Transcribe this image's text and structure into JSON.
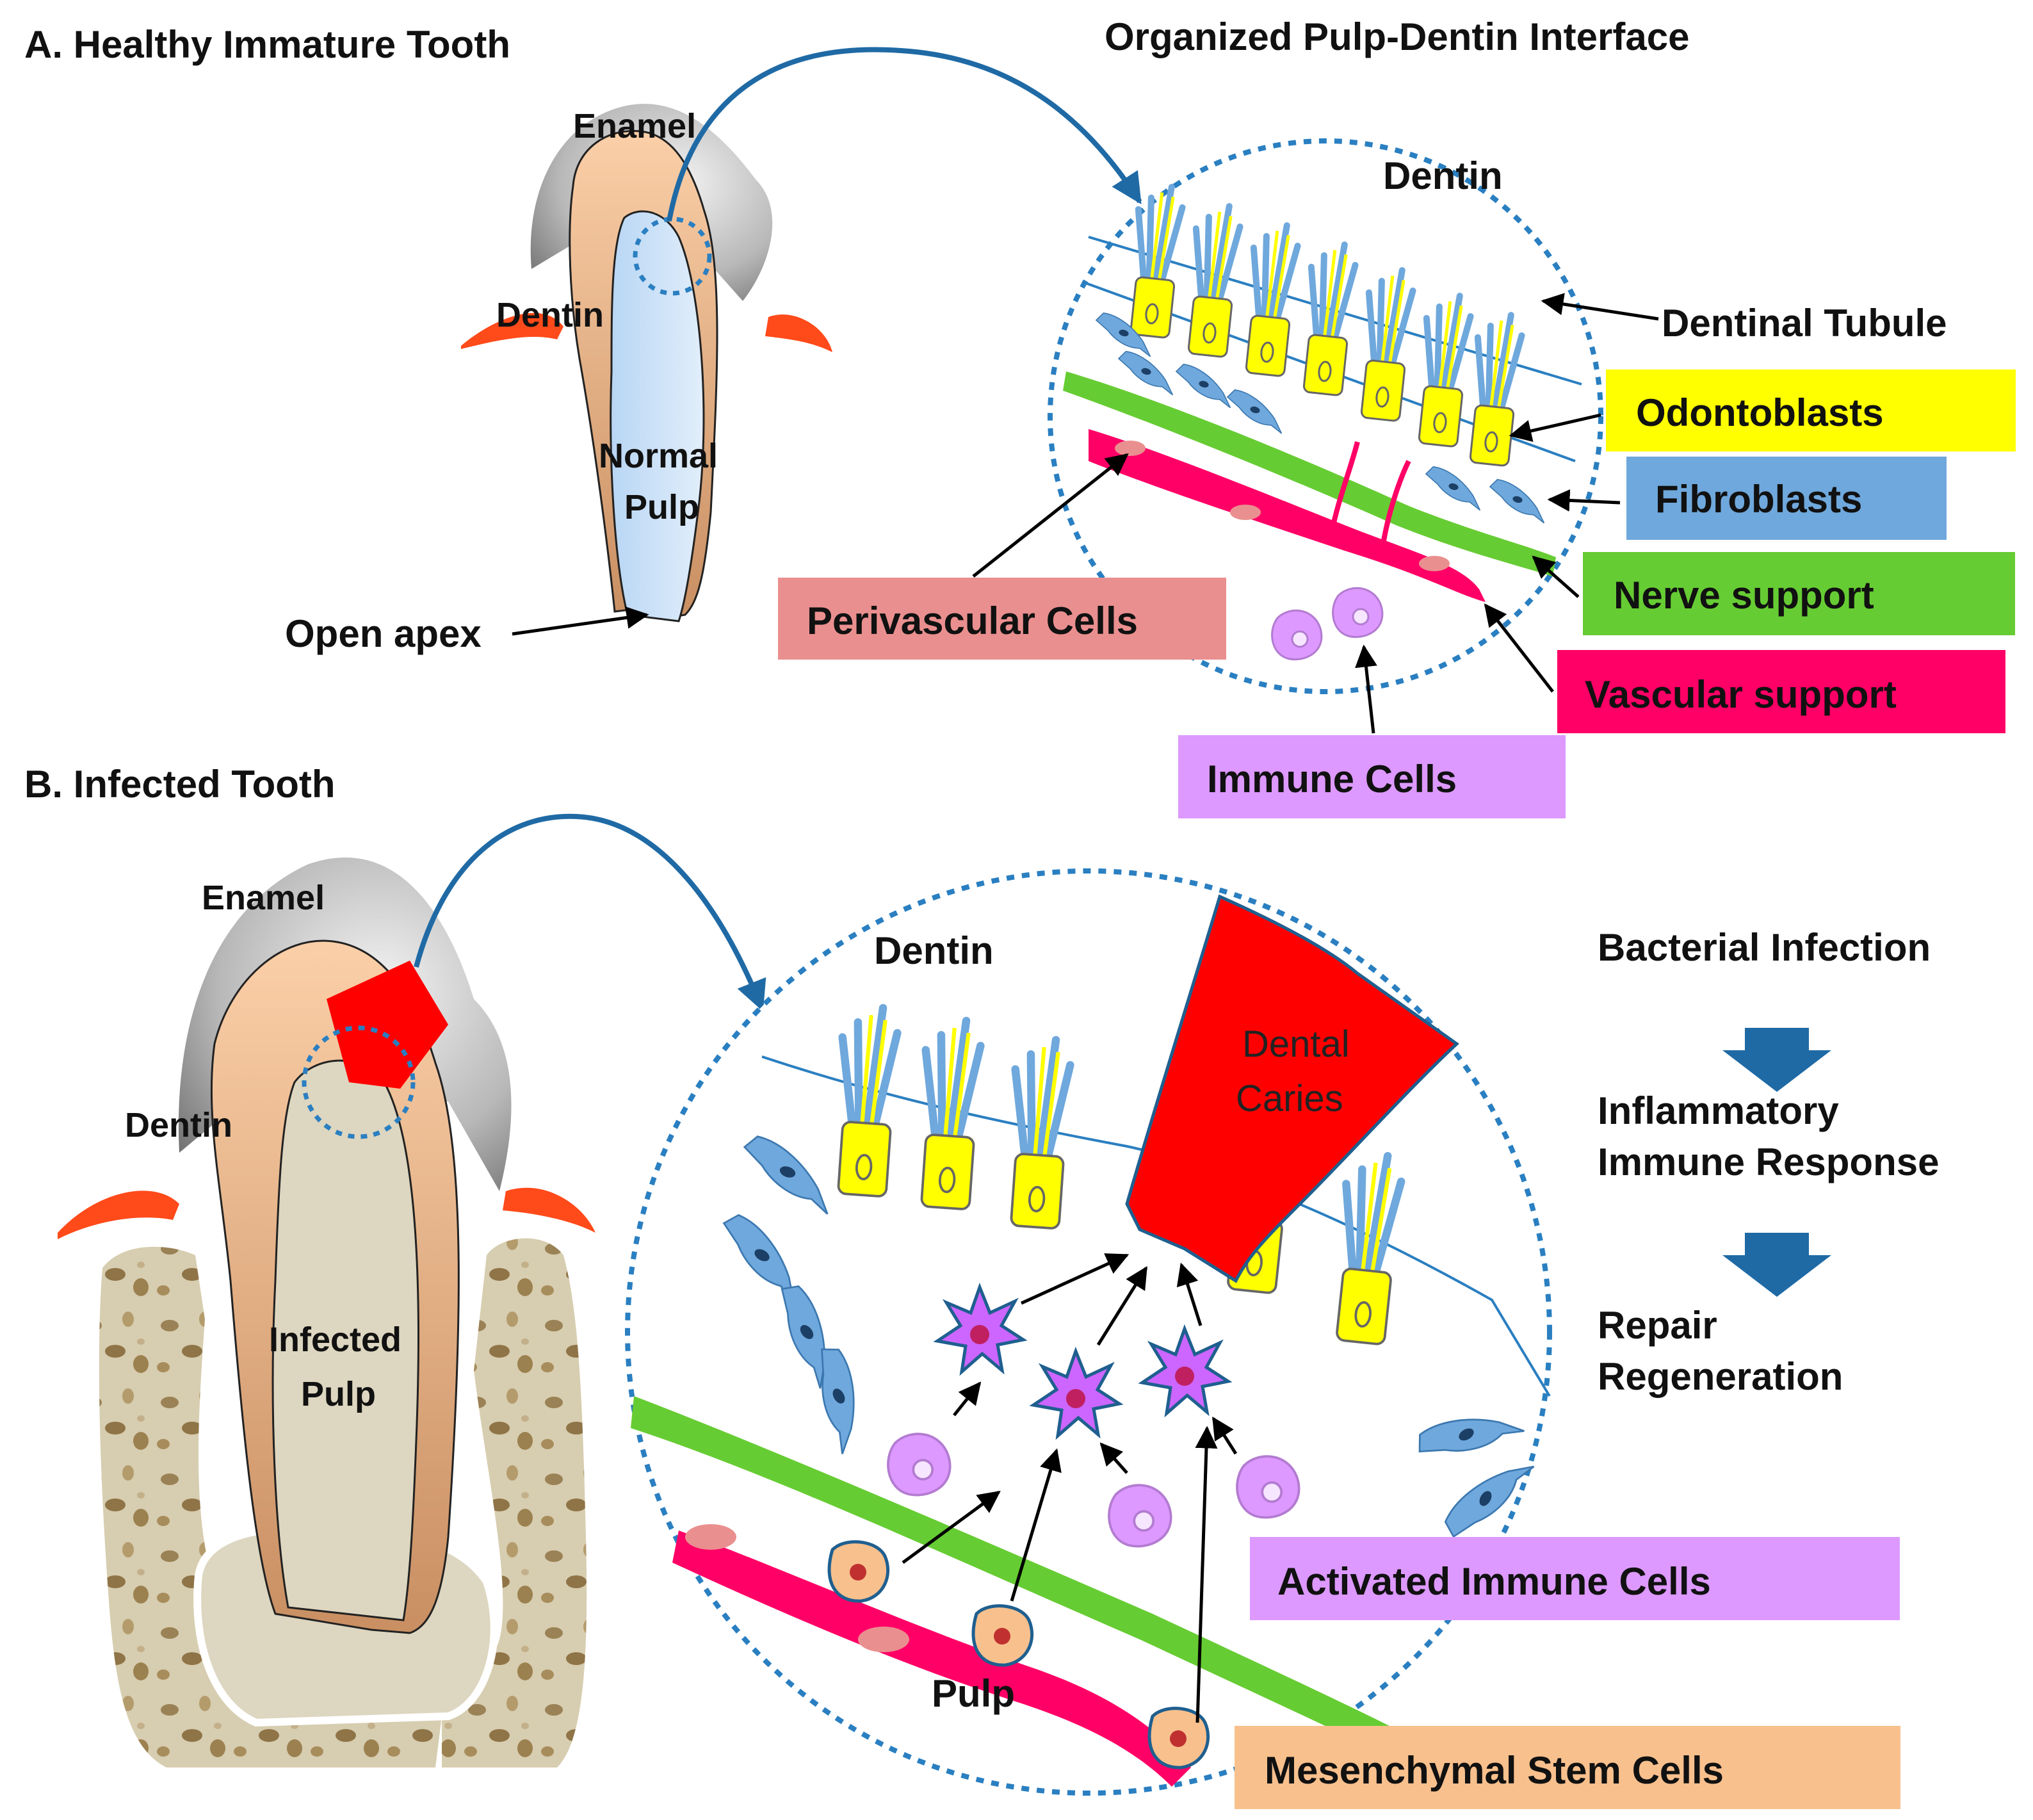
{
  "panel_a": {
    "title": "A. Healthy Immature Tooth",
    "inset_title": "Organized Pulp-Dentin Interface",
    "tooth_labels": {
      "enamel": "Enamel",
      "dentin": "Dentin",
      "pulp_line1": "Normal",
      "pulp_line2": "Pulp",
      "apex": "Open apex"
    },
    "inset_labels": {
      "dentin": "Dentin",
      "dentinal_tubule": "Dentinal Tubule"
    },
    "legend": {
      "odontoblasts": "Odontoblasts",
      "fibroblasts": "Fibroblasts",
      "nerve_support": "Nerve support",
      "vascular_support": "Vascular support",
      "perivascular_cells": "Perivascular Cells",
      "immune_cells": "Immune Cells"
    }
  },
  "panel_b": {
    "title": "B. Infected Tooth",
    "tooth_labels": {
      "enamel": "Enamel",
      "dentin": "Dentin",
      "pulp_line1": "Infected",
      "pulp_line2": "Pulp"
    },
    "inset_labels": {
      "dentin": "Dentin",
      "caries_line1": "Dental",
      "caries_line2": "Caries",
      "pulp": "Pulp"
    },
    "process": {
      "step1": "Bacterial Infection",
      "step2_line1": "Inflammatory",
      "step2_line2": "Immune Response",
      "step3_line1": "Repair",
      "step3_line2": "Regeneration"
    },
    "legend": {
      "activated_immune_cells": "Activated Immune Cells",
      "mesenchymal_stem_cells": "Mesenchymal Stem Cells"
    }
  },
  "colors": {
    "odontoblast": "#ffff00",
    "fibroblast": "#6fa8dc",
    "nerve": "#66cc33",
    "vascular": "#ff0066",
    "perivascular": "#ea8f8f",
    "immune": "#dd99ff",
    "msc": "#f8c08d",
    "caries": "#ff0000",
    "circle": "#2a7fc1",
    "arrow_blue": "#1f6aa5"
  }
}
